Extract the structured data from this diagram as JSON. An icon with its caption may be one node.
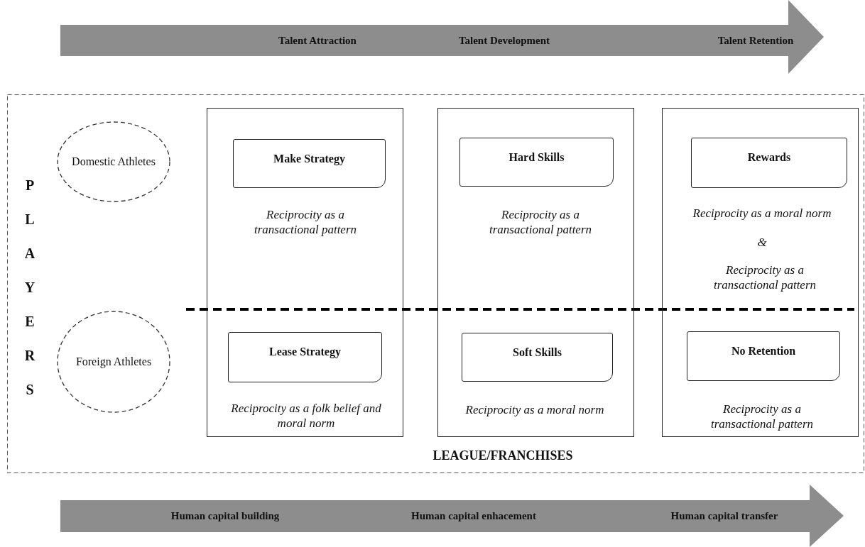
{
  "diagram": {
    "nodes": [
      {
        "text": [
          "Talent Attraction",
          "Talent Development",
          "Talent Retention"
        ]
      },
      {
        "text": [
          "PLAYERS",
          "LEAGUE/FRANCHISES"
        ]
      },
      {
        "text": [
          "Domestic Athletes"
        ],
        "in": 1
      },
      {
        "text": [
          "Foreign Athletes"
        ],
        "in": 1
      },
      {
        "text": [
          "Reciprocity as a transactional pattern",
          "Reciprocity as a folk belief and moral norm"
        ],
        "in": 1
      },
      {
        "text": [
          "Make Strategy"
        ],
        "in": 4
      },
      {
        "text": [
          "Lease Strategy"
        ],
        "in": 4
      },
      {
        "text": [
          "Reciprocity as a transactional pattern",
          "Reciprocity as a moral norm"
        ],
        "in": 1
      },
      {
        "text": [
          "Hard Skills"
        ],
        "in": 7
      },
      {
        "text": [
          "Soft Skills"
        ],
        "in": 7
      },
      {
        "text": [
          "Reciprocity as a moral norm",
          "&",
          "Reciprocity as a transactional pattern",
          "Reciprocity as a transactional pattern"
        ],
        "in": 1
      },
      {
        "text": [
          "Rewards"
        ],
        "in": 10
      },
      {
        "text": [
          "No Retention"
        ],
        "in": 10
      },
      {
        "text": [
          "Human capital building",
          "Human capital enhacement",
          "Human capital transfer"
        ]
      }
    ]
  }
}
